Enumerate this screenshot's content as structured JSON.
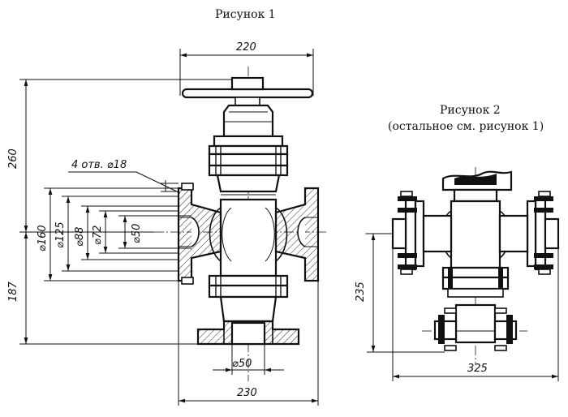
{
  "figure1": {
    "title": "Рисунок  1",
    "dims": {
      "top_width": "220",
      "height_upper": "260",
      "height_lower": "187",
      "holes": "4 отв. ⌀18",
      "d160": "⌀160",
      "d125": "⌀125",
      "d88": "⌀88",
      "d72": "⌀72",
      "d50": "⌀50",
      "bottom_d50": "⌀50",
      "bottom_width": "230"
    }
  },
  "figure2": {
    "title": "Рисунок 2",
    "subtitle": "(остальное см. рисунок  1)",
    "dims": {
      "height": "235",
      "width": "325"
    }
  }
}
